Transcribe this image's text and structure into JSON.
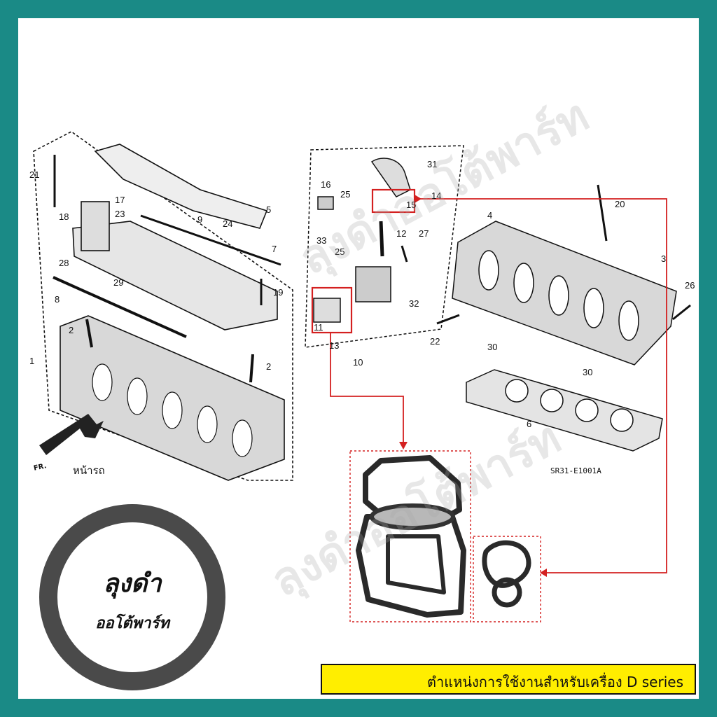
{
  "watermark": {
    "text_top": "ลุงดำออโต้พาร์ท",
    "text_bottom": "ลุงดำออโต้พาร์ท"
  },
  "logo": {
    "title": "ลุงดำ",
    "subtitle": "ออโต้พาร์ท"
  },
  "caption": "ตำแหน่งการใช้งานสำหรับเครื่อง D series",
  "diagram": {
    "ref_code": "SR31-E1001A",
    "front_label": "FR.",
    "front_thai": "หน้ารถ",
    "part_numbers": [
      "21",
      "17",
      "23",
      "18",
      "9",
      "24",
      "5",
      "7",
      "28",
      "29",
      "8",
      "19",
      "2",
      "1",
      "2",
      "16",
      "25",
      "31",
      "15",
      "14",
      "33",
      "25",
      "12",
      "27",
      "32",
      "11",
      "13",
      "10",
      "4",
      "20",
      "3",
      "26",
      "22",
      "30",
      "30",
      "6"
    ]
  },
  "colors": {
    "border": "#1a8a86",
    "highlight": "#d42020",
    "caption_bg": "#ffee00",
    "logo_ring": "#4a4a4a"
  }
}
